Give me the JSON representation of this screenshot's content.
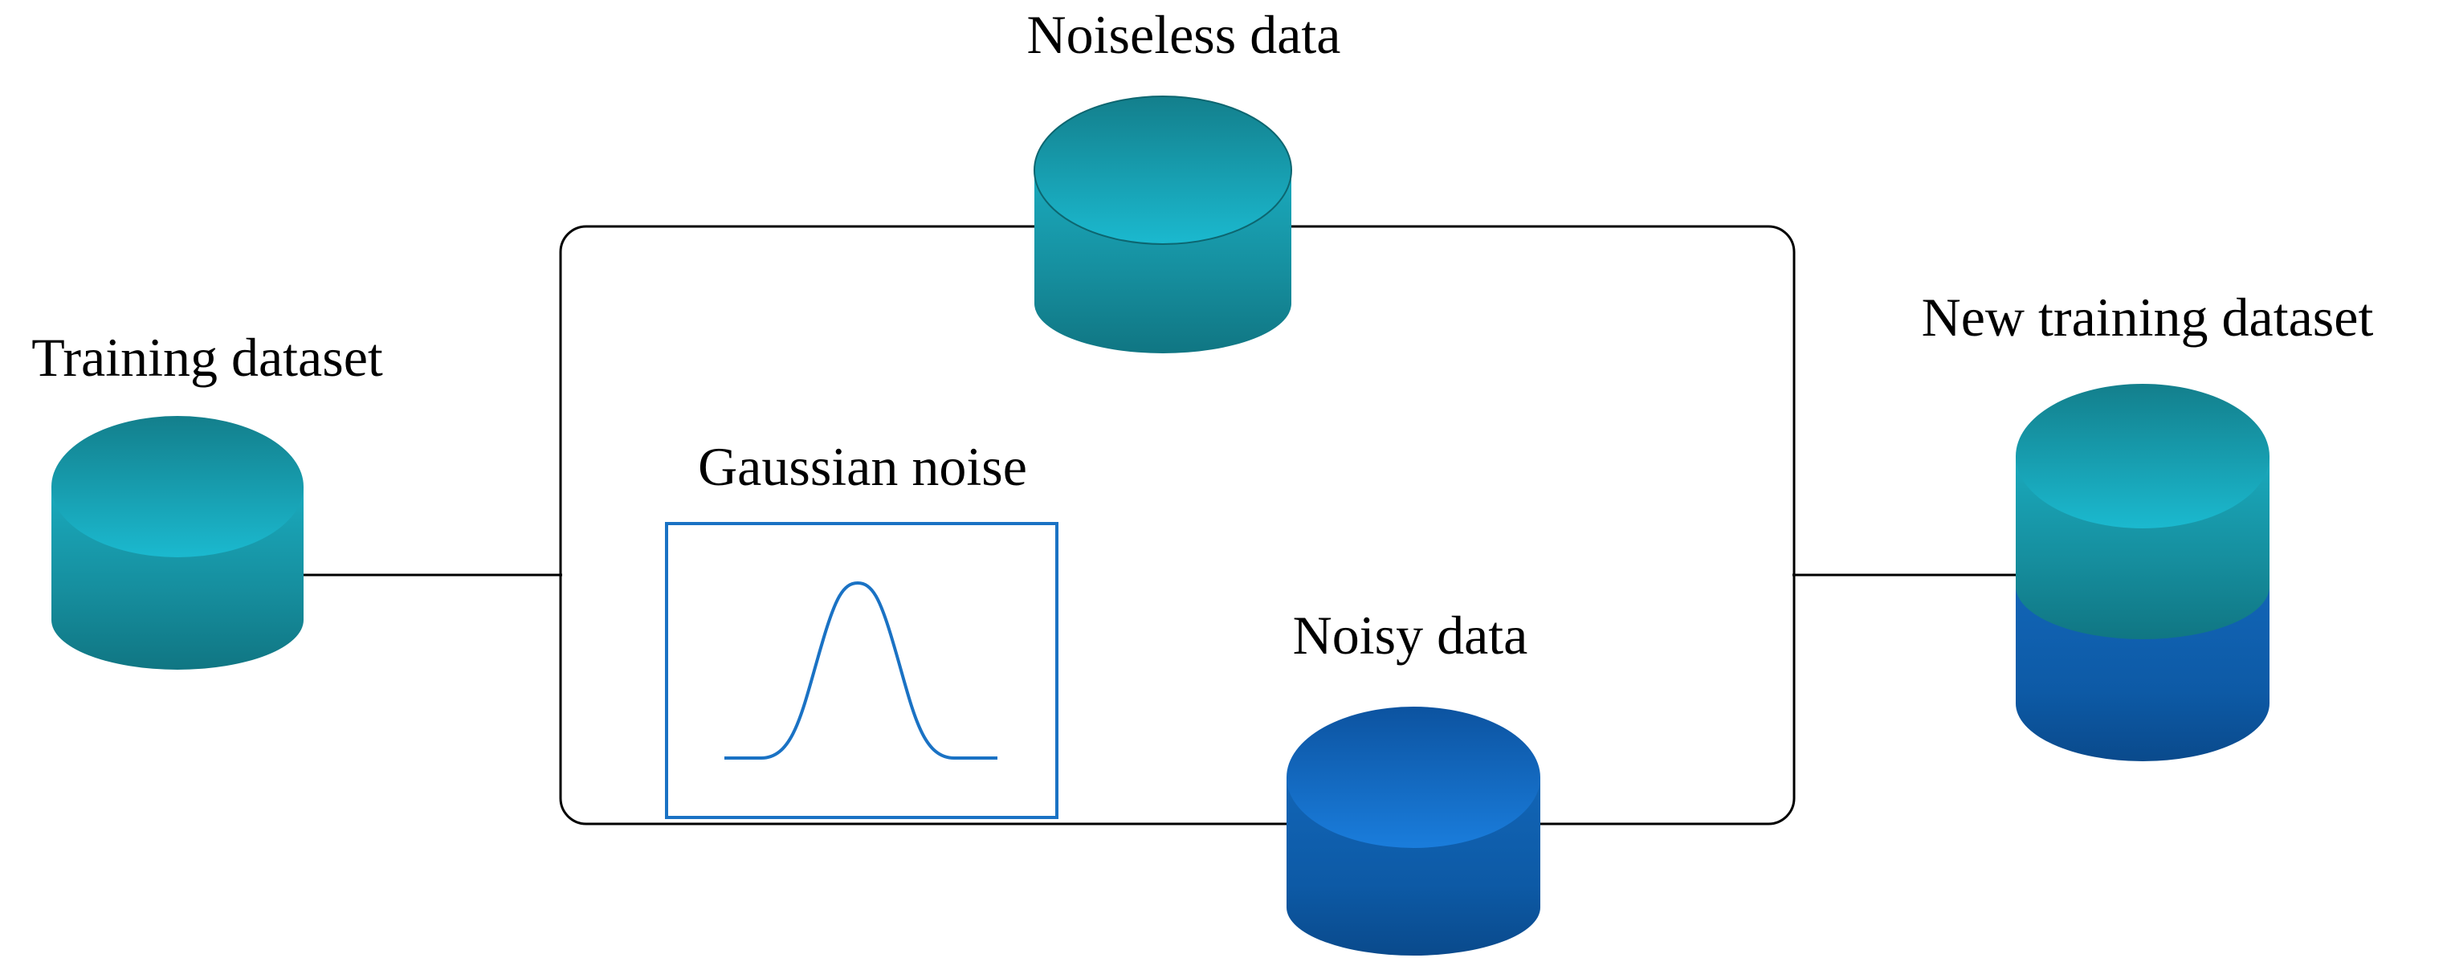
{
  "labels": {
    "training_dataset": "Training dataset",
    "noiseless_data": "Noiseless data",
    "gaussian_noise": "Gaussian noise",
    "noisy_data": "Noisy data",
    "new_training_dataset": "New training dataset"
  },
  "colors": {
    "teal_dark": "#137f8c",
    "teal_light": "#1ab6cc",
    "blue_dark": "#0b4f96",
    "blue_light": "#1677d4",
    "curve_blue": "#1a72c4",
    "line": "#000000"
  }
}
